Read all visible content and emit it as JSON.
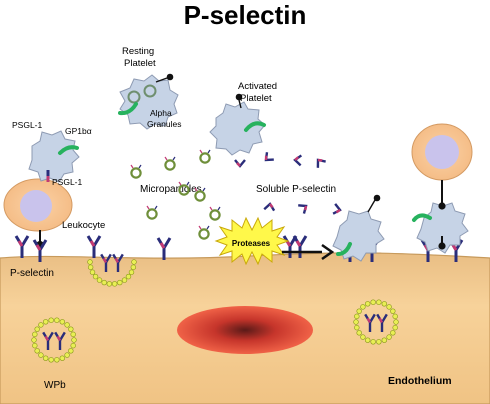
{
  "title": "P-selectin",
  "labels": {
    "resting_platelet_line1": "Resting",
    "resting_platelet_line2": "Platelet",
    "alpha_granules_line1": "Alpha",
    "alpha_granules_line2": "Granules",
    "activated_platelet_line1": "Activated",
    "activated_platelet_line2": "Platelet",
    "psgl1_top": "PSGL-1",
    "gp1ba": "GP1bα",
    "psgl1_bottom": "PSGL-1",
    "leukocyte": "Leukocyte",
    "microparticles": "Microparticles",
    "soluble_pselectin": "Soluble P-selectin",
    "proteases": "Proteases",
    "pselectin": "P-selectin",
    "wpb": "WPb",
    "endothelium": "Endothelium"
  },
  "colors": {
    "endothelium_fill": "#f2c98b",
    "endothelium_edge": "#d9a865",
    "nucleus_red": "#e0473a",
    "platelet_blue": "#c6d3e6",
    "leukocyte_fill": "#f7c796",
    "leukocyte_nucleus": "#c9c3ec",
    "granule_green": "#27b25e",
    "pselectin_navy": "#2a2d7a",
    "pselectin_pink": "#c23a73",
    "vesicle_yellow": "#e9ef55",
    "protease_star": "#fff84a"
  },
  "icons": {
    "arrow": "right-arrow-icon",
    "burst": "star-burst-icon"
  }
}
